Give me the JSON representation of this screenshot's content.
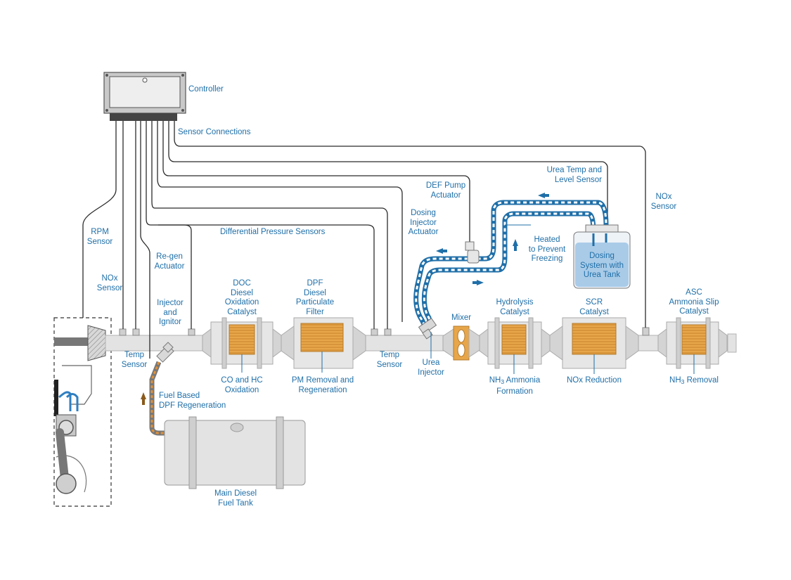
{
  "labels": {
    "controller": "Controller",
    "sensor_connections": "Sensor Connections",
    "rpm_sensor": "RPM\nSensor",
    "nox_sensor_left": "NOx\nSensor",
    "regen_actuator": "Re-gen\nActuator",
    "injector_ignitor": "Injector\nand\nIgnitor",
    "temp_sensor_left": "Temp\nSensor",
    "differential_pressure_sensors": "Differential Pressure Sensors",
    "doc_title": "DOC\nDiesel\nOxidation\nCatalyst",
    "doc_function": "CO and HC\nOxidation",
    "dpf_title": "DPF\nDiesel\nParticulate\nFilter",
    "dpf_function": "PM Removal and\nRegeneration",
    "temp_sensor_mid": "Temp\nSensor",
    "def_pump_actuator": "DEF Pump\nActuator",
    "dosing_injector_actuator": "Dosing\nInjector\nActuator",
    "urea_temp_level_sensor": "Urea Temp and\nLevel Sensor",
    "nox_sensor_right": "NOx\nSensor",
    "heated": "Heated\nto Prevent\nFreezing",
    "dosing_system": "Dosing\nSystem with\nUrea Tank",
    "mixer": "Mixer",
    "urea_injector": "Urea\nInjector",
    "hydrolysis_title": "Hydrolysis\nCatalyst",
    "hydrolysis_function_pre": "NH",
    "hydrolysis_function_sub": "3",
    "hydrolysis_function_post": " Ammonia\nFormation",
    "scr_title": "SCR\nCatalyst",
    "scr_function": "NOx Reduction",
    "asc_title": "ASC\nAmmonia Slip\nCatalyst",
    "asc_function_pre": "NH",
    "asc_function_sub": "3",
    "asc_function_post": " Removal",
    "fuel_regen": "Fuel Based\nDPF Regeneration",
    "fuel_tank": "Main Diesel\nFuel Tank"
  },
  "colors": {
    "label_text": "#1f6fa8",
    "pipe": "#e3e3e3",
    "pipe_stroke": "#b3b3b3",
    "catalyst_core": "#e8a64a",
    "wire": "#2b2b2b",
    "urea_line": "#2f7fc1",
    "fuel_line": "#e0913a",
    "tank_fluid": "#a9cbe8",
    "arrow_blue": "#1f6fa8",
    "arrow_brown": "#8a5a1c"
  }
}
